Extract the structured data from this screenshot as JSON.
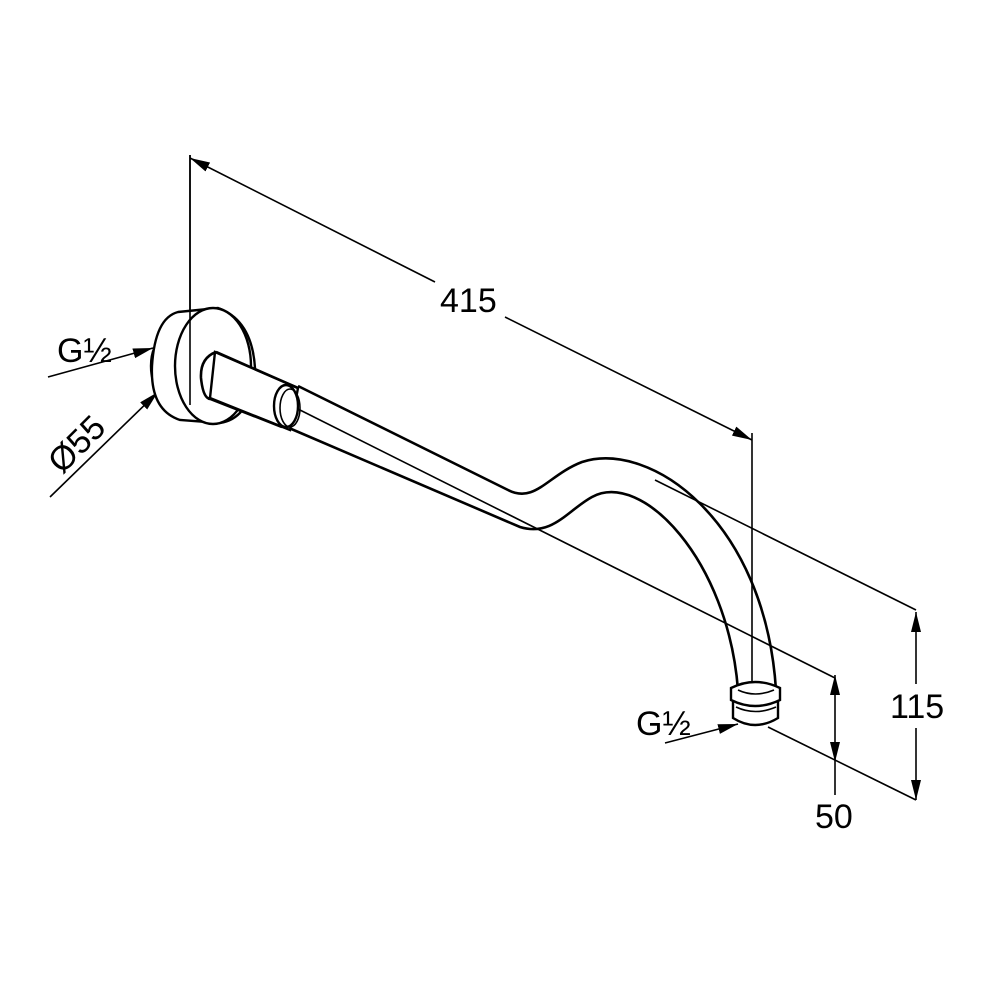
{
  "drawing": {
    "length_dim": "415",
    "height_dim": "115",
    "outlet_dim": "50",
    "flange_diameter": "Ø55",
    "inlet_thread": "G½",
    "outlet_thread": "G½"
  }
}
